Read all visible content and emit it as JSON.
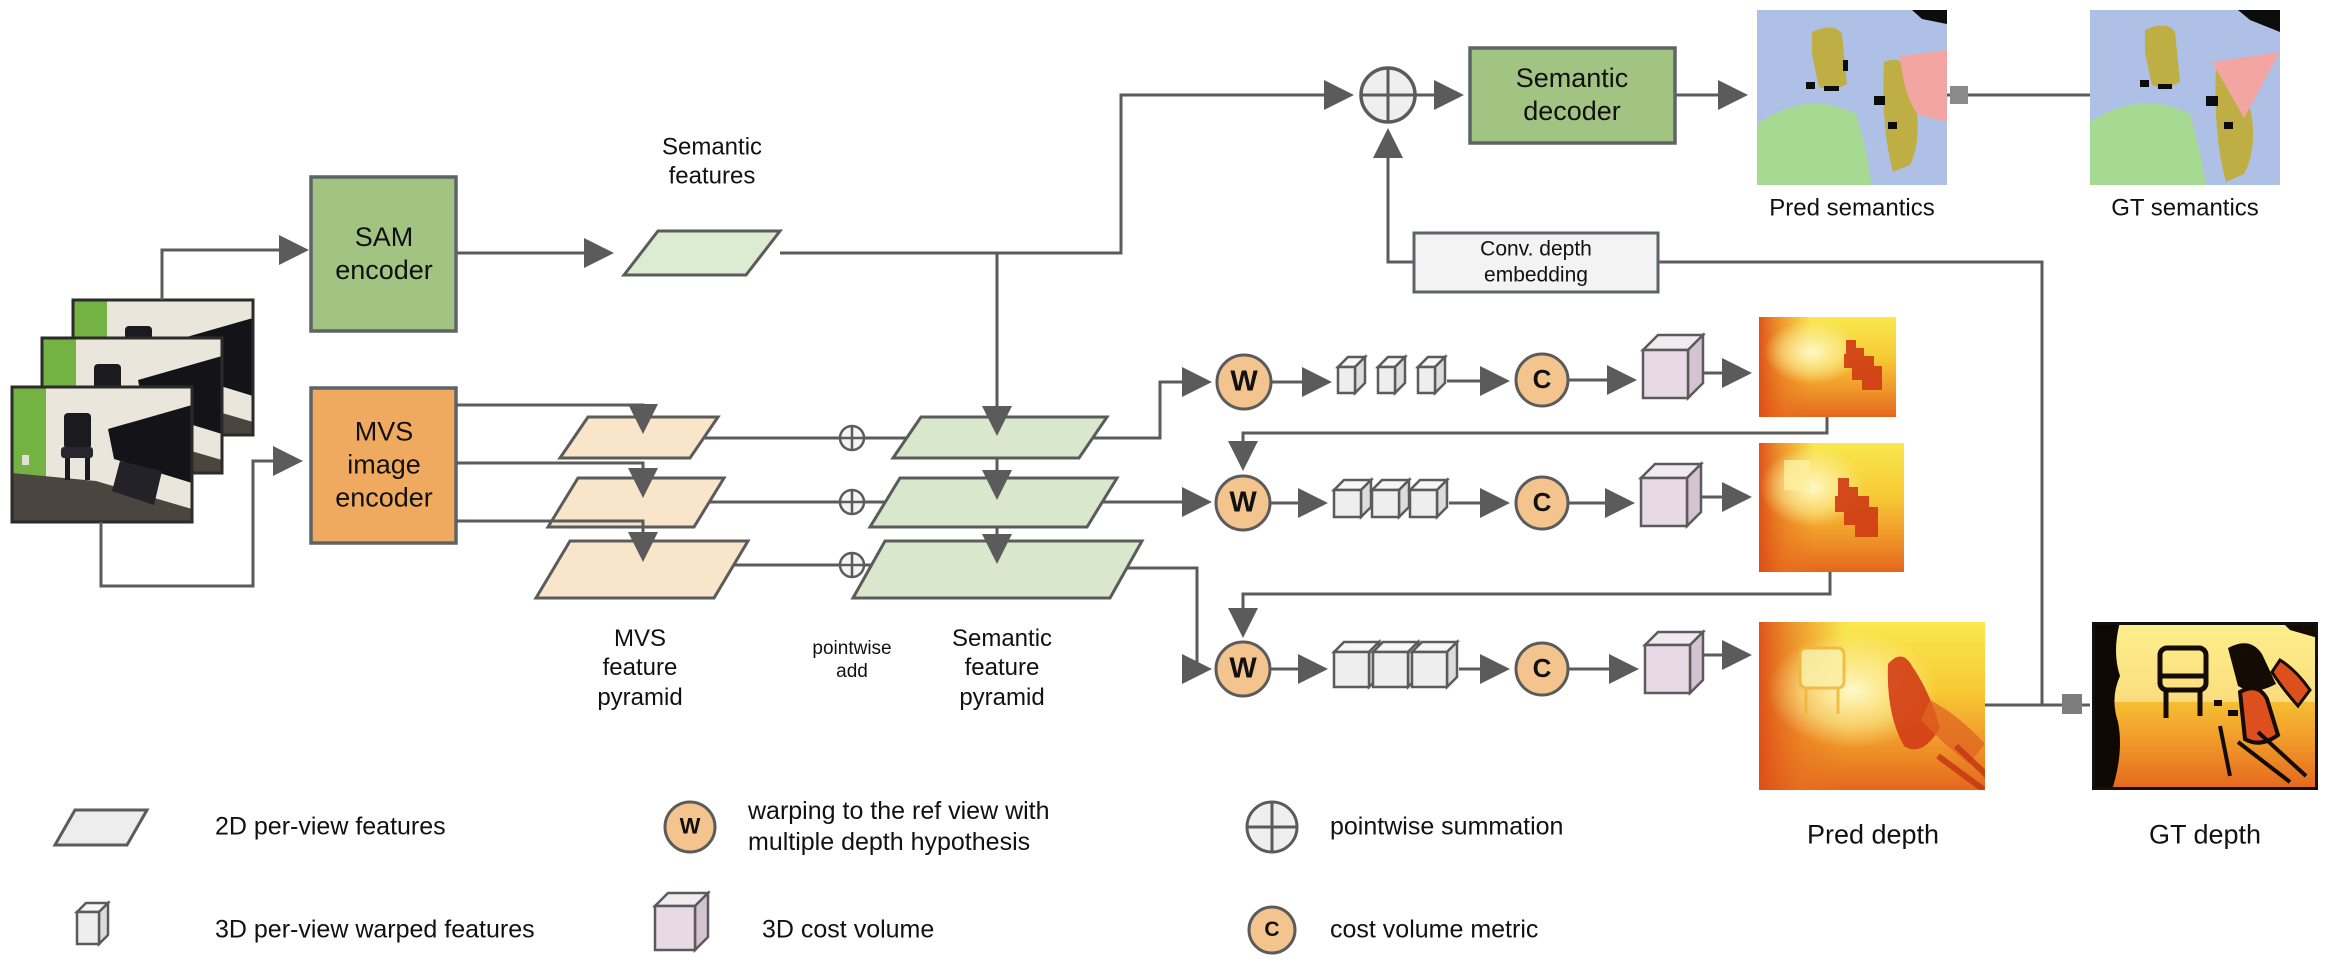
{
  "diagram": {
    "inputs": {
      "description": "stack of three multi-view room photos"
    },
    "encoders": {
      "sam": {
        "line1": "SAM",
        "line2": "encoder"
      },
      "mvs": {
        "line1": "MVS",
        "line2": "image",
        "line3": "encoder"
      }
    },
    "decoder": {
      "line1": "Semantic",
      "line2": "decoder"
    },
    "embedding": {
      "line1": "Conv. depth",
      "line2": "embedding"
    },
    "labels": {
      "semantic_features": {
        "line1": "Semantic",
        "line2": "features"
      },
      "mvs_pyramid": {
        "line1": "MVS",
        "line2": "feature",
        "line3": "pyramid"
      },
      "pointwise_add": {
        "line1": "pointwise",
        "line2": "add"
      },
      "semantic_pyramid": {
        "line1": "Semantic",
        "line2": "feature",
        "line3": "pyramid"
      },
      "pred_semantics": "Pred semantics",
      "gt_semantics": "GT semantics",
      "pred_depth": "Pred depth",
      "gt_depth": "GT depth"
    },
    "ops": {
      "warp": "W",
      "cost": "C"
    },
    "legend": [
      {
        "symbol": "parallelogram",
        "label": "2D per-view features"
      },
      {
        "symbol": "cube",
        "label": "3D per-view warped features"
      },
      {
        "symbol": "w-circle",
        "label_line1": "warping to the ref view with",
        "label_line2": "multiple depth hypothesis"
      },
      {
        "symbol": "pink-cube",
        "label": "3D cost volume"
      },
      {
        "symbol": "plus-circle",
        "label": "pointwise summation"
      },
      {
        "symbol": "c-circle",
        "label": "cost volume metric"
      }
    ],
    "colors": {
      "encoder_green": "#a2c482",
      "encoder_orange": "#efaa60",
      "semantic_parallelogram": "#d9e8cd",
      "mvs_parallelogram": "#f9e5ca",
      "op_circle_tan": "#f4c48e",
      "cost_volume_pink": "#e7d9e6",
      "feature_gray": "#ededed",
      "line_gray": "#5b5b5b",
      "segmentation_blue": "#aec0e6",
      "segmentation_green": "#a6da93",
      "segmentation_olive": "#bfae43",
      "segmentation_pink": "#f2a5a2",
      "depth_yellow": "#f9e84e",
      "depth_orange": "#e4671e"
    }
  }
}
